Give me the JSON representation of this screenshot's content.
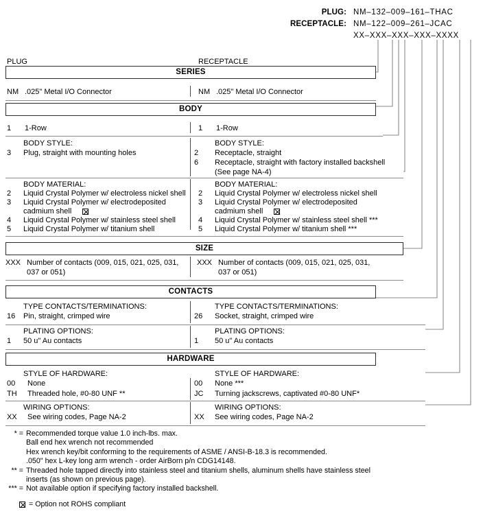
{
  "header": {
    "plug_label": "PLUG:",
    "plug_pn": "NM–132–009–161–THAC",
    "receptacle_label": "RECEPTACLE:",
    "receptacle_pn": "NM–122–009–261–JCAC",
    "template_pn": "XX–XXX–XXX–XXX–XXXX"
  },
  "columns": {
    "plug": "PLUG",
    "receptacle": "RECEPTACLE"
  },
  "sections": {
    "series": {
      "title": "SERIES",
      "plug": [
        {
          "code": "NM",
          "text": ".025\" Metal I/O Connector"
        }
      ],
      "receptacle": [
        {
          "code": "NM",
          "text": ".025\" Metal I/O Connector"
        }
      ]
    },
    "body": {
      "title": "BODY",
      "rows_plug": [
        {
          "code": "1",
          "text": "1-Row"
        }
      ],
      "rows_receptacle": [
        {
          "code": "1",
          "text": "1-Row"
        }
      ],
      "style_label": "BODY STYLE:",
      "style_plug": [
        {
          "code": "3",
          "text": "Plug, straight with mounting holes"
        }
      ],
      "style_receptacle": [
        {
          "code": "2",
          "text": "Receptacle, straight"
        },
        {
          "code": "6",
          "text": "Receptacle, straight with factory installed backshell"
        },
        {
          "code": "",
          "text": "(See page NA-4)"
        }
      ],
      "material_label": "BODY MATERIAL:",
      "material_plug": [
        {
          "code": "2",
          "text": "Liquid Crystal Polymer w/ electroless nickel shell"
        },
        {
          "code": "3",
          "text": "Liquid Crystal Polymer w/ electrodeposited"
        },
        {
          "code": "",
          "text": "cadmium shell",
          "rohs": true
        },
        {
          "code": "4",
          "text": "Liquid Crystal Polymer w/ stainless steel shell"
        },
        {
          "code": "5",
          "text": "Liquid Crystal Polymer w/ titanium shell"
        }
      ],
      "material_receptacle": [
        {
          "code": "2",
          "text": "Liquid Crystal Polymer w/ electroless nickel shell"
        },
        {
          "code": "3",
          "text": "Liquid Crystal Polymer w/ electrodeposited"
        },
        {
          "code": "",
          "text": "cadmium shell",
          "rohs": true
        },
        {
          "code": "4",
          "text": "Liquid Crystal Polymer w/ stainless steel shell ***"
        },
        {
          "code": "5",
          "text": "Liquid Crystal Polymer w/ titanium shell ***"
        }
      ]
    },
    "size": {
      "title": "SIZE",
      "plug": [
        {
          "code": "XXX",
          "text": "Number of contacts (009, 015, 021, 025, 031,"
        },
        {
          "code": "",
          "text": "037 or 051)"
        }
      ],
      "receptacle": [
        {
          "code": "XXX",
          "text": "Number of contacts (009, 015, 021, 025, 031,"
        },
        {
          "code": "",
          "text": "037 or 051)"
        }
      ]
    },
    "contacts": {
      "title": "CONTACTS",
      "type_label": "TYPE CONTACTS/TERMINATIONS:",
      "type_plug": [
        {
          "code": "16",
          "text": "Pin, straight, crimped wire"
        }
      ],
      "type_receptacle": [
        {
          "code": "26",
          "text": "Socket, straight, crimped wire"
        }
      ],
      "plating_label": "PLATING OPTIONS:",
      "plating_plug": [
        {
          "code": "1",
          "text": "50 u\" Au contacts"
        }
      ],
      "plating_receptacle": [
        {
          "code": "1",
          "text": "50 u\" Au contacts"
        }
      ]
    },
    "hardware": {
      "title": "HARDWARE",
      "style_label": "STYLE OF HARDWARE:",
      "style_plug": [
        {
          "code": "00",
          "text": "None"
        },
        {
          "code": "TH",
          "text": "Threaded hole, #0-80 UNF  **"
        }
      ],
      "style_receptacle": [
        {
          "code": "00",
          "text": "None  ***"
        },
        {
          "code": "JC",
          "text": "Turning jackscrews, captivated #0-80 UNF*"
        }
      ],
      "wiring_label": "WIRING OPTIONS:",
      "wiring_plug": [
        {
          "code": "XX",
          "text": "See wiring codes, Page NA-2"
        }
      ],
      "wiring_receptacle": [
        {
          "code": "XX",
          "text": "See wiring codes, Page NA-2"
        }
      ]
    }
  },
  "footnotes": [
    {
      "mark": "* =",
      "lines": [
        "Recommended torque value 1.0 inch-lbs. max.",
        "Ball end hex wrench not recommended",
        "Hex wrench key/bit conforming to the requirements of ASME / ANSI-B-18.3 is recommended.",
        ".050\" hex L-key long arm wrench - order AirBorn p/n CDG14148."
      ]
    },
    {
      "mark": "** =",
      "lines": [
        "Threaded hole tapped directly into stainless steel and titanium shells, aluminum shells have stainless steel",
        "inserts (as shown on previous page)."
      ]
    },
    {
      "mark": "*** =",
      "lines": [
        "Not available option if specifying factory installed backshell."
      ]
    }
  ],
  "rohs_note": "= Option not ROHS compliant"
}
